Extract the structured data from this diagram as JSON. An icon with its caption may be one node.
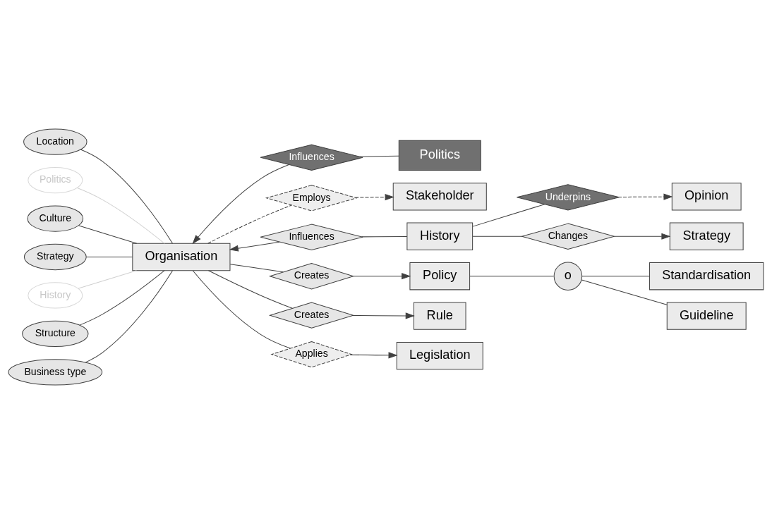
{
  "diagram": {
    "nodes": [
      {
        "text": [
          "Stakeholder"
        ]
      },
      {
        "text": [
          "Politics"
        ]
      },
      {
        "text": [
          "Location"
        ]
      },
      {
        "text": [
          "Influences"
        ]
      },
      {
        "text": [
          "Employs"
        ]
      },
      {
        "text": [
          "Politics"
        ]
      },
      {
        "text": [
          "Underpins"
        ]
      },
      {
        "text": [
          "Opinion"
        ]
      },
      {
        "text": [
          "Culture"
        ]
      },
      {
        "text": [
          "Organisation"
        ]
      },
      {
        "text": [
          "Strategy"
        ]
      },
      {
        "text": [
          "Influences"
        ]
      },
      {
        "text": [
          "History"
        ]
      },
      {
        "text": [
          "Changes"
        ]
      },
      {
        "text": [
          "Strategy"
        ]
      },
      {
        "text": [
          "History"
        ]
      },
      {
        "text": [
          "Structure"
        ]
      },
      {
        "text": [
          "Business type"
        ]
      },
      {
        "text": [
          "Standardisation"
        ]
      },
      {
        "text": [
          "Creates"
        ]
      },
      {
        "text": [
          "o"
        ]
      },
      {
        "text": [
          "Policy"
        ]
      },
      {
        "text": [
          "Guideline"
        ]
      },
      {
        "text": [
          "Creates"
        ]
      },
      {
        "text": [
          "Rule"
        ]
      },
      {
        "text": [
          "Applies"
        ]
      },
      {
        "text": [
          "Legislation"
        ]
      }
    ],
    "edges": [
      {
        "from": 2,
        "to": 9,
        "arrow": "none"
      },
      {
        "from": 5,
        "to": 9,
        "arrow": "none",
        "color": "#d0d0d0"
      },
      {
        "from": 8,
        "to": 9,
        "arrow": "none"
      },
      {
        "from": 10,
        "to": 9,
        "arrow": "none"
      },
      {
        "from": 15,
        "to": 9,
        "arrow": "none",
        "color": "#d0d0d0"
      },
      {
        "from": 16,
        "to": 9,
        "arrow": "none"
      },
      {
        "from": 17,
        "to": 9,
        "arrow": "none"
      },
      {
        "from": 1,
        "to": 3,
        "arrow": "none"
      },
      {
        "from": 3,
        "to": 9,
        "arrow": "to"
      },
      {
        "from": 9,
        "to": 4,
        "arrow": "none",
        "style": "dashed"
      },
      {
        "from": 4,
        "to": 0,
        "arrow": "to",
        "style": "dashed"
      },
      {
        "from": 12,
        "to": 6,
        "arrow": "none"
      },
      {
        "from": 6,
        "to": 7,
        "arrow": "to",
        "style": "dashed"
      },
      {
        "from": 12,
        "to": 11,
        "arrow": "none"
      },
      {
        "from": 11,
        "to": 9,
        "arrow": "to"
      },
      {
        "from": 12,
        "to": 13,
        "arrow": "none"
      },
      {
        "from": 13,
        "to": 14,
        "arrow": "to"
      },
      {
        "from": 9,
        "to": 19,
        "arrow": "none"
      },
      {
        "from": 19,
        "to": 21,
        "arrow": "to"
      },
      {
        "from": 21,
        "to": 20,
        "arrow": "none"
      },
      {
        "from": 20,
        "to": 18,
        "arrow": "none"
      },
      {
        "from": 20,
        "to": 22,
        "arrow": "none"
      },
      {
        "from": 9,
        "to": 23,
        "arrow": "none"
      },
      {
        "from": 23,
        "to": 24,
        "arrow": "to"
      },
      {
        "from": 9,
        "to": 25,
        "arrow": "none"
      },
      {
        "from": 25,
        "to": 26,
        "arrow": "to"
      }
    ]
  }
}
